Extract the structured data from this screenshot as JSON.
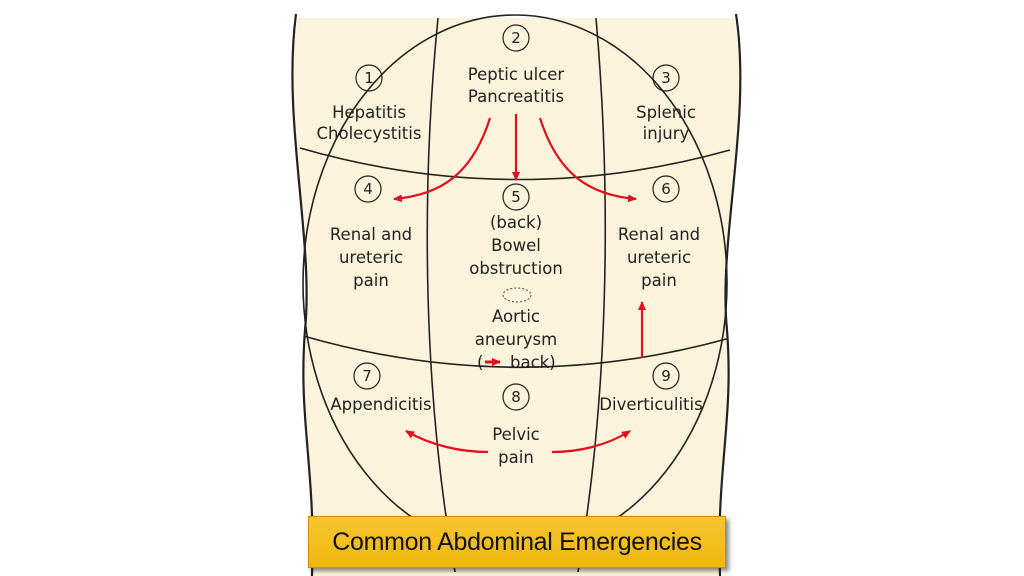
{
  "caption": "Common Abdominal Emergencies",
  "regions": [
    {
      "number": "1",
      "lines": [
        "Hepatitis",
        "Cholecystitis"
      ]
    },
    {
      "number": "2",
      "lines": [
        "Peptic ulcer",
        "Pancreatitis"
      ]
    },
    {
      "number": "3",
      "lines": [
        "Splenic",
        "injury"
      ]
    },
    {
      "number": "4",
      "lines": [
        "Renal and",
        "ureteric",
        "pain"
      ]
    },
    {
      "number": "5",
      "lines": [
        "(back)",
        "Bowel",
        "obstruction"
      ]
    },
    {
      "number": "6",
      "lines": [
        "Renal and",
        "ureteric",
        "pain"
      ]
    },
    {
      "number": "7",
      "lines": [
        "Appendicitis"
      ]
    },
    {
      "number": "8",
      "lines": [
        "Pelvic",
        "pain"
      ]
    },
    {
      "number": "9",
      "lines": [
        "Diverticulitis"
      ]
    }
  ],
  "aortic": {
    "lines": [
      "Aortic",
      "aneurysm"
    ],
    "paren_open": "(",
    "back": "back)"
  },
  "colors": {
    "skin": "#fcf3dc",
    "outline": "#222222",
    "arrow": "#e0101c",
    "caption_bg": "#f3bd1f"
  }
}
